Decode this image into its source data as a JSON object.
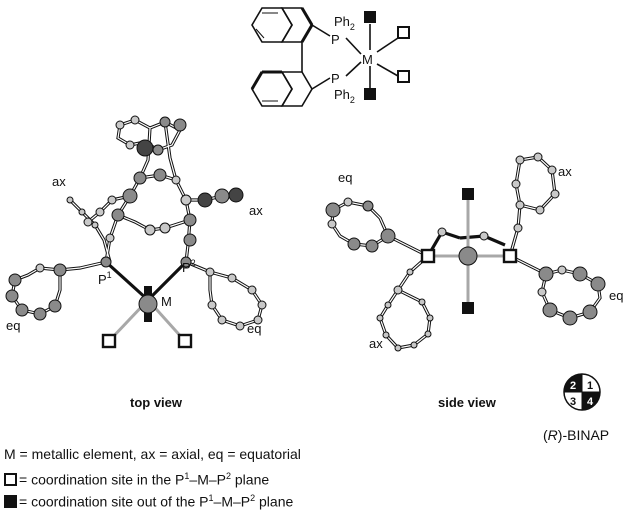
{
  "scheme": {
    "ph2_top": "Ph",
    "ph2_top_sub": "2",
    "ph2_bot": "Ph",
    "ph2_bot_sub": "2",
    "p_top": "P",
    "p_bot": "P",
    "metal": "M"
  },
  "top_view": {
    "caption": "top view",
    "ax": "ax",
    "ax2": "ax",
    "eq": "eq",
    "eq2": "eq",
    "p1": "P",
    "p1_sup": "1",
    "p2": "P",
    "p2_sup": "2",
    "metal": "M"
  },
  "side_view": {
    "caption": "side view",
    "eq": "eq",
    "ax": "ax",
    "eq2": "eq",
    "ax2": "ax"
  },
  "quadrant_icon": {
    "q1": "1",
    "q2": "2",
    "q3": "3",
    "q4": "4"
  },
  "binap_label": {
    "prefix": "(",
    "r": "R",
    "suffix": ")-BINAP"
  },
  "legend": {
    "line1": "M = metallic element, ax = axial, eq = equatorial",
    "line2_a": "= coordination site in the P",
    "line2_sup1": "1",
    "line2_b": "–M–P",
    "line2_sup2": "2",
    "line2_c": " plane",
    "line3_a": "= coordination site out of the P",
    "line3_sup1": "1",
    "line3_b": "–M–P",
    "line3_sup2": "2",
    "line3_c": " plane"
  },
  "colors": {
    "ink": "#111111",
    "atom_light": "#c8c8c8",
    "atom_mid": "#8a8a8a",
    "atom_dark": "#444444",
    "bond_grey": "#a8a8a8"
  }
}
